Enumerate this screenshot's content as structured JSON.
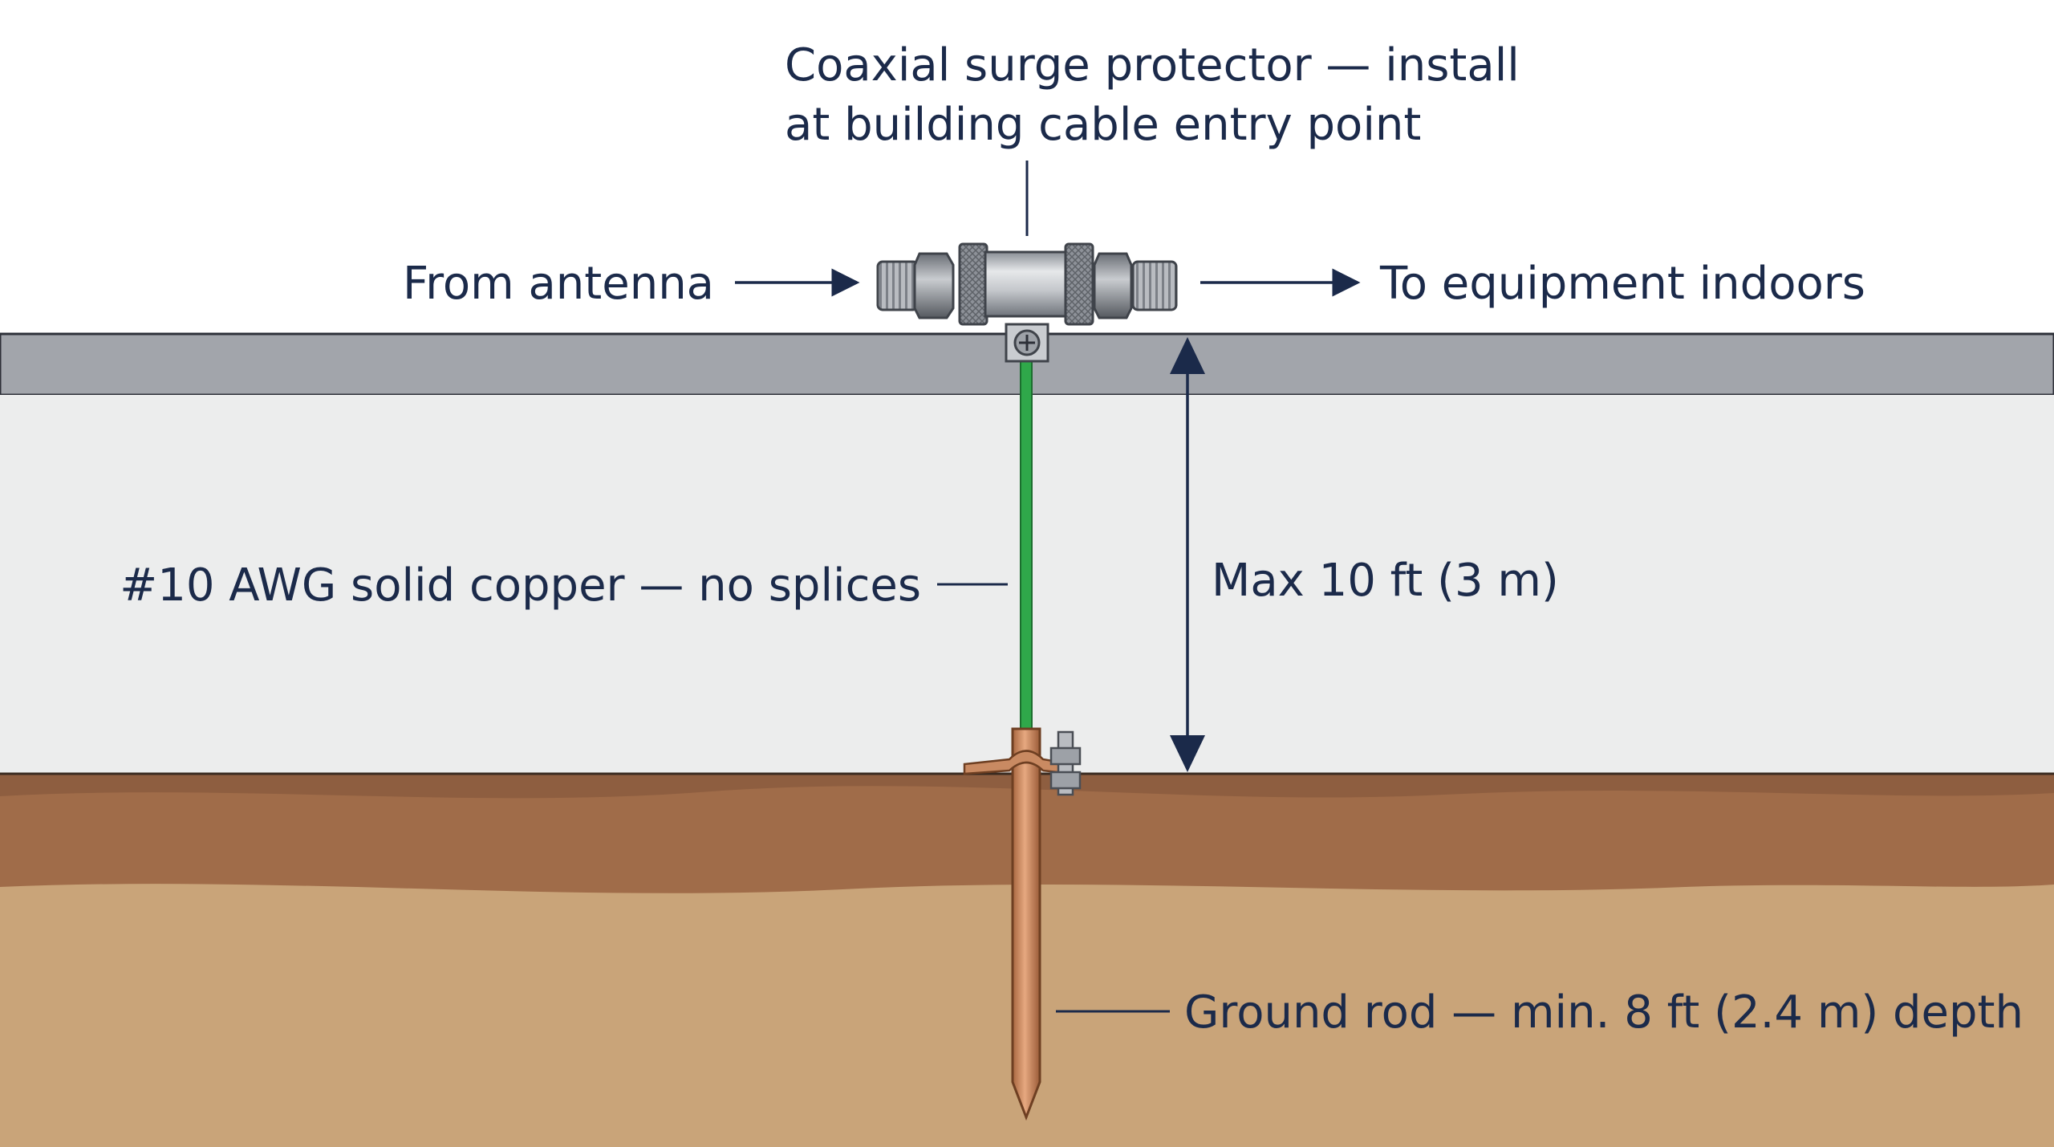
{
  "labels": {
    "surge_protector_line1": "Coaxial surge protector — install",
    "surge_protector_line2": "at building cable entry point",
    "from_antenna": "From antenna",
    "to_equipment": "To equipment indoors",
    "wire": "#10 AWG solid copper — no splices",
    "max_length": "Max 10 ft (3 m)",
    "ground_rod": "Ground rod — min. 8 ft (2.4 m) depth"
  },
  "colors": {
    "text": "#1b2a4a",
    "ground_wire": "#2fa84a",
    "copper_rod": "#c98a62",
    "roof_band": "#a2a5ab",
    "wall": "#eceded",
    "topsoil": "#8e5e40",
    "subsoil": "#c9a479"
  },
  "icons": [
    "surge-protector-icon",
    "ground-clamp-icon",
    "ground-rod-icon",
    "arrow-right-icon",
    "double-arrow-icon"
  ]
}
